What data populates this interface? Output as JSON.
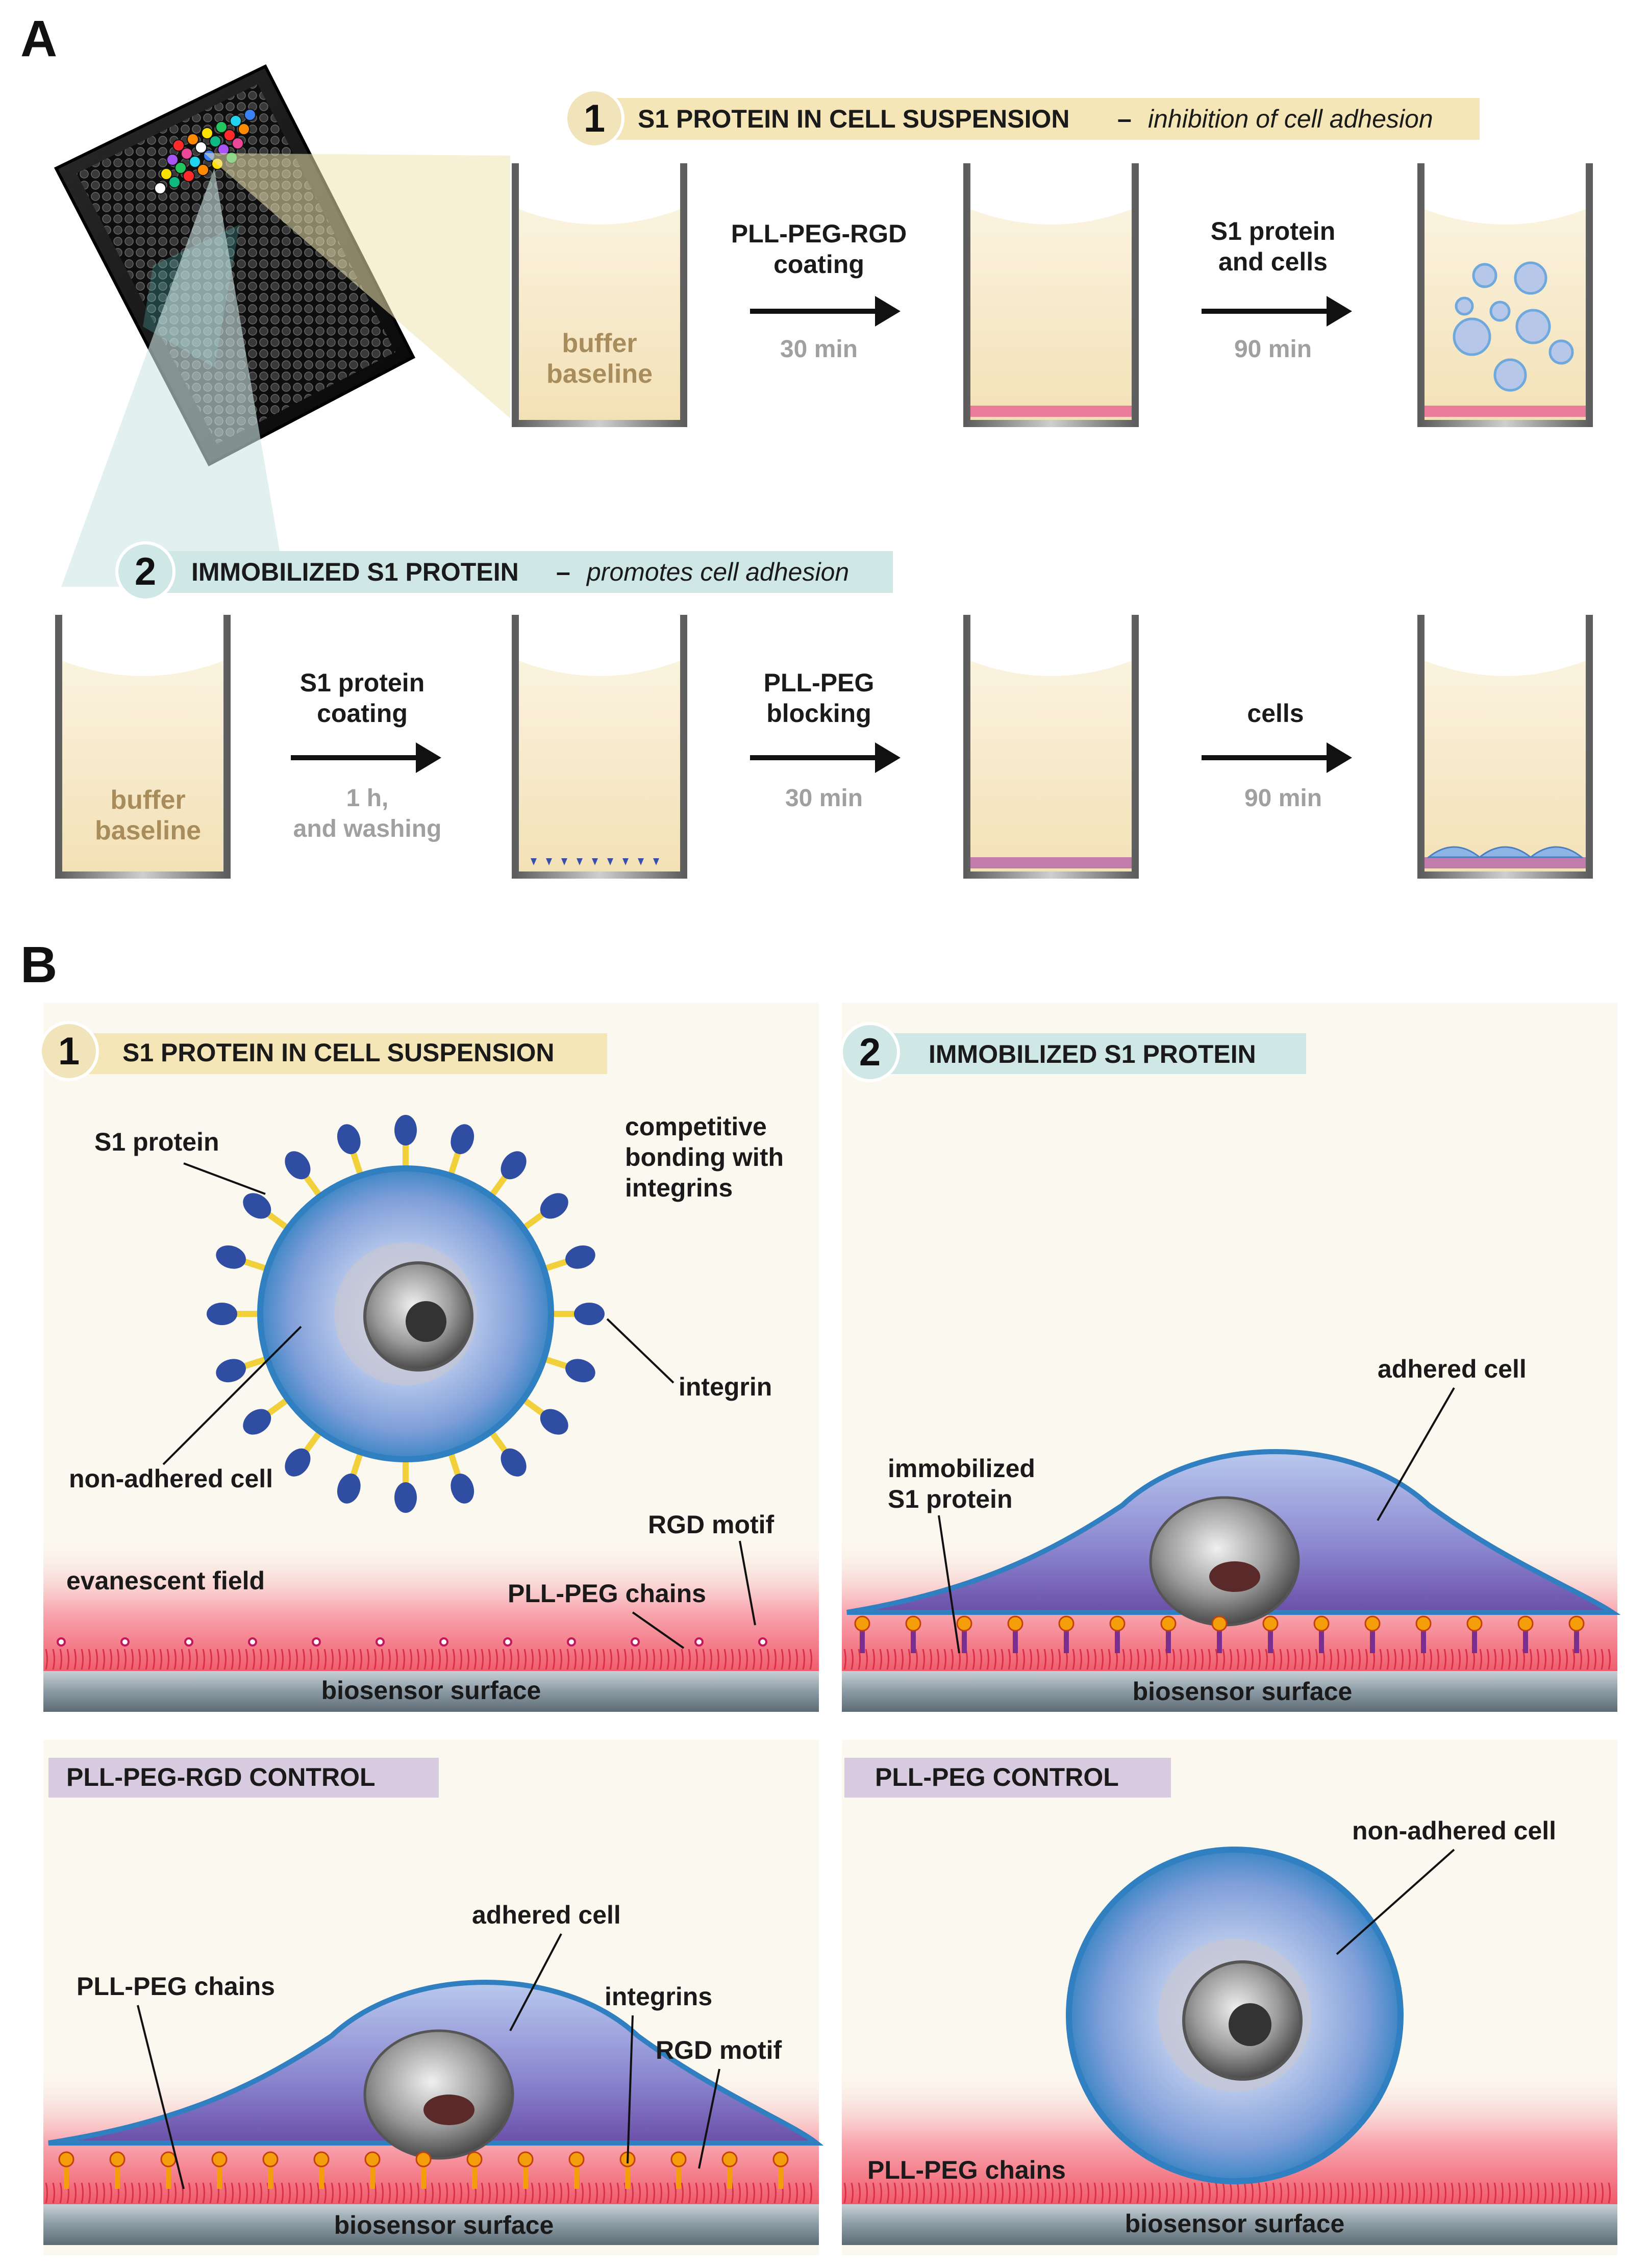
{
  "panel_a": {
    "letter": "A",
    "row1": {
      "number": "1",
      "title": "S1 PROTEIN IN CELL SUSPENSION",
      "dash": "–",
      "subtitle": "inhibition of cell adhesion",
      "buffer_line1": "buffer",
      "buffer_line2": "baseline",
      "step1_line1": "PLL-PEG-RGD",
      "step1_line2": "coating",
      "step1_time": "30 min",
      "step2_line1": "S1 protein",
      "step2_line2": "and cells",
      "step2_time": "90  min"
    },
    "row2": {
      "number": "2",
      "title": "IMMOBILIZED S1 PROTEIN",
      "dash": "–",
      "subtitle": "promotes cell adhesion",
      "buffer_line1": "buffer",
      "buffer_line2": "baseline",
      "step1_line1": "S1 protein",
      "step1_line2": "coating",
      "step1_time_line1": "1 h,",
      "step1_time_line2": "and washing",
      "step2_line1": "PLL-PEG",
      "step2_line2": "blocking",
      "step2_time": "30 min",
      "step3_line1": "cells",
      "step3_time": "90 min"
    },
    "plate_dot_colors": [
      "#ff2a2a",
      "#ff8a00",
      "#ffe100",
      "#22c55e",
      "#22d3ee",
      "#3b82f6",
      "#a855f7",
      "#ec4899",
      "#ffffff",
      "#10b981"
    ]
  },
  "panel_b": {
    "letter": "B",
    "q1": {
      "number": "1",
      "title": "S1 PROTEIN IN CELL SUSPENSION",
      "label_s1": "S1 protein",
      "label_comp1": "competitive",
      "label_comp2": "bonding  with",
      "label_comp3": "integrins",
      "label_integrin": "integrin",
      "label_cell": "non-adhered cell",
      "label_rgd": "RGD motif",
      "label_field": "evanescent field",
      "label_chains": "PLL-PEG chains",
      "surface": "biosensor surface"
    },
    "q2": {
      "number": "2",
      "title": "IMMOBILIZED S1 PROTEIN",
      "label_cell": "adhered cell",
      "label_imm1": "immobilized",
      "label_imm2": "S1 protein",
      "surface": "biosensor surface"
    },
    "q3": {
      "title": "PLL-PEG-RGD CONTROL",
      "label_cell": "adhered cell",
      "label_chains": "PLL-PEG chains",
      "label_integrins": "integrins",
      "label_rgd": "RGD motif",
      "surface": "biosensor surface"
    },
    "q4": {
      "title": "PLL-PEG CONTROL",
      "label_cell": "non-adhered cell",
      "label_chains": "PLL-PEG chains",
      "surface": "biosensor surface"
    }
  },
  "colors": {
    "panel_bg": "#fbf8ef",
    "buffer": "#f6e8c8",
    "label_yellow": "#f5e6b8",
    "label_teal": "#cfe8e6",
    "label_purple": "#d9cbe0",
    "field_pink": "#f46b78",
    "surface_gray": "#8b9aa4",
    "cell_blue": "#6fa8dc",
    "s1_blue": "#2f4ea3",
    "integrin_yellow": "#f2d03b"
  }
}
